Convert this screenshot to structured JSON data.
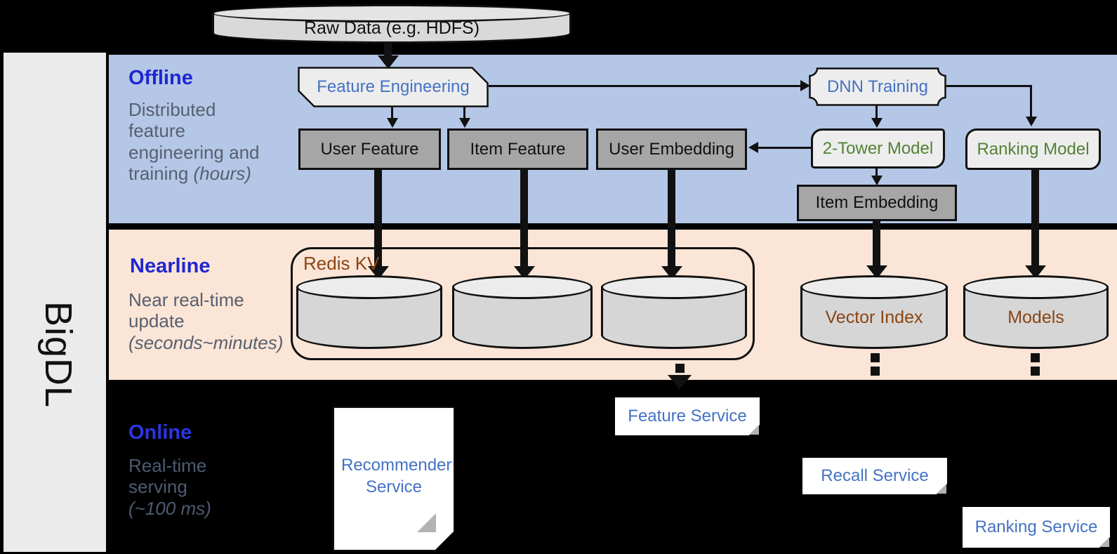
{
  "brand": "BigDL",
  "raw_data_label": "Raw Data (e.g. HDFS)",
  "colors": {
    "offline_bg": "#b4c7e7",
    "nearline_bg": "#fbe5d6",
    "section_title_blue": "#2026d2",
    "desc_gray": "#57606f",
    "node_blue": "#4472c4",
    "node_green": "#538135",
    "store_brown": "#8b4513",
    "box_gray": "#a6a6a6"
  },
  "sections": {
    "offline": {
      "title": "Offline",
      "lines": [
        "Distributed",
        "feature",
        "engineering and",
        "training "
      ],
      "em": "(hours)"
    },
    "nearline": {
      "title": "Nearline",
      "lines": [
        "Near real-time",
        "update"
      ],
      "em": "(seconds~minutes)"
    },
    "online": {
      "title": "Online",
      "lines": [
        "Real-time",
        "serving"
      ],
      "em": "(~100 ms)"
    }
  },
  "nodes": {
    "feature_engineering": "Feature Engineering",
    "dnn_training": "DNN Training",
    "user_feature": "User Feature",
    "item_feature": "Item Feature",
    "user_embedding": "User Embedding",
    "two_tower_model": "2-Tower Model",
    "ranking_model": "Ranking Model",
    "item_embedding": "Item Embedding"
  },
  "stores": {
    "redis_kv": "Redis KV",
    "vector_index": "Vector Index",
    "models": "Models"
  },
  "services": {
    "recommender": "Recommender Service",
    "feature": "Feature Service",
    "recall": "Recall Service",
    "ranking": "Ranking Service"
  }
}
